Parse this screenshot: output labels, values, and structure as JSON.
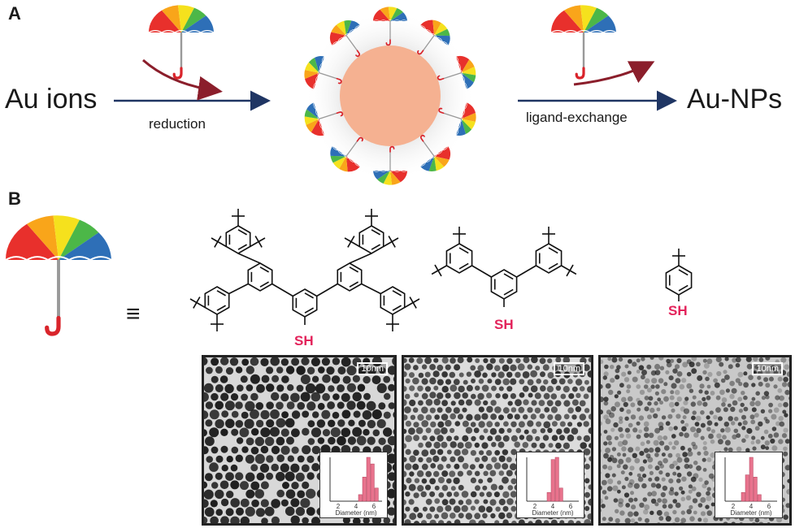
{
  "panel_a": {
    "label": "A",
    "reactant": "Au ions",
    "product": "Au-NPs",
    "step1_label": "reduction",
    "step2_label": "ligand-exchange"
  },
  "panel_b": {
    "label": "B",
    "equiv_symbol": "≡",
    "thiol_group": "SH",
    "tem_images": [
      {
        "scale_label": "10nm",
        "xlabel": "Diameter (nm)",
        "ticks": [
          "2",
          "4",
          "6"
        ]
      },
      {
        "scale_label": "10nm",
        "xlabel": "Diameter (nm)",
        "ticks": [
          "2",
          "4",
          "6"
        ]
      },
      {
        "scale_label": "10nm",
        "xlabel": "Diameter (nm)",
        "ticks": [
          "2",
          "4",
          "6"
        ]
      }
    ]
  },
  "colors": {
    "nanoparticle": "#f5b191",
    "arrow_navy": "#1f3563",
    "arrow_maroon": "#8b1e2b",
    "thiol": "#e3235b",
    "histogram": "#e8738d"
  }
}
